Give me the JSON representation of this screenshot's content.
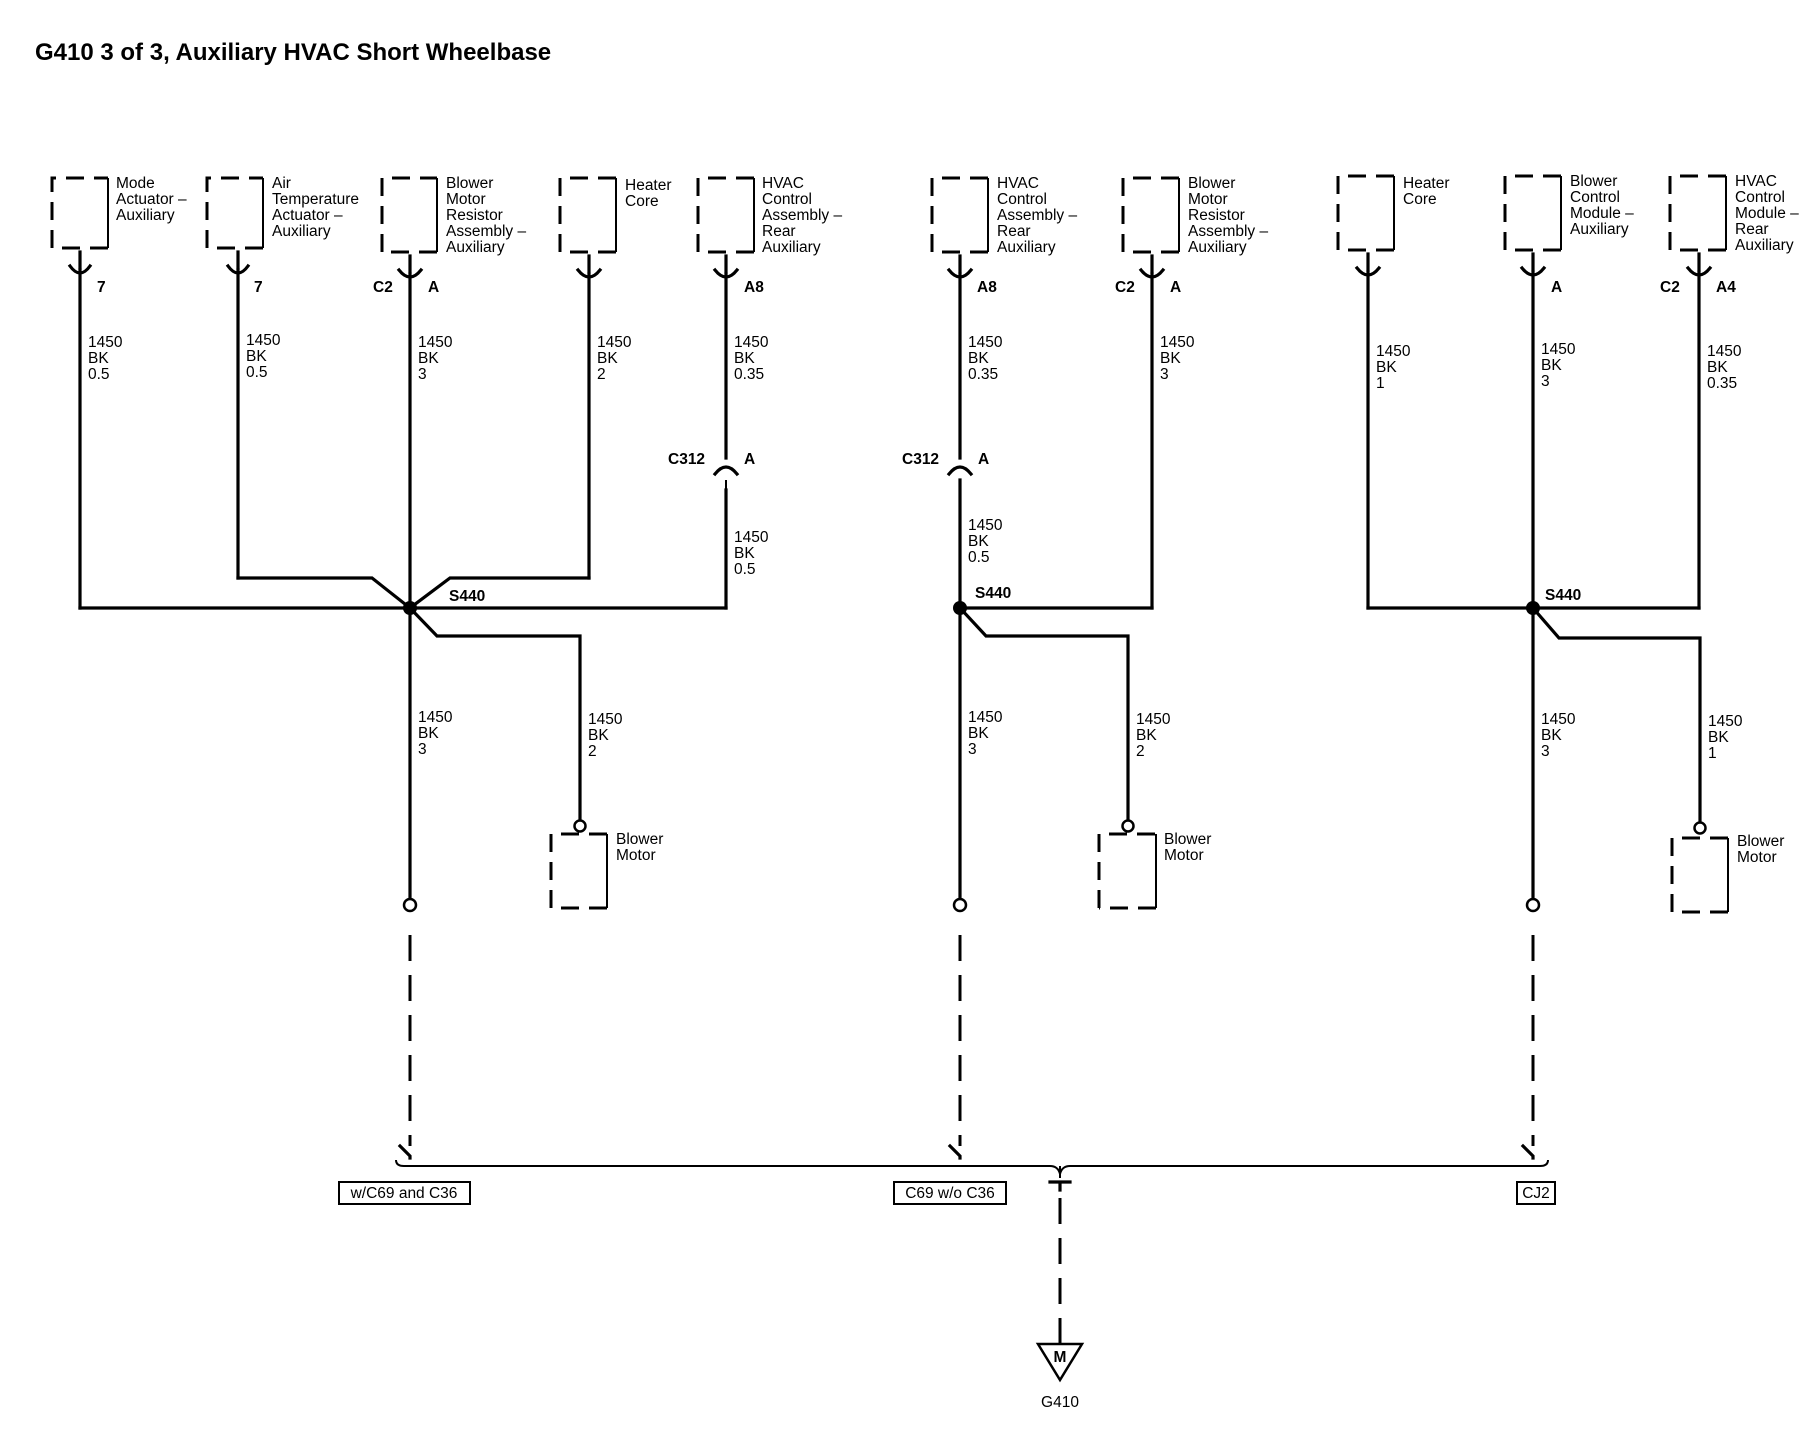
{
  "title": "G410 3 of 3, Auxiliary HVAC Short Wheelbase",
  "components": {
    "mode_actuator": [
      "Mode",
      "Actuator –",
      "Auxiliary"
    ],
    "air_temp_actuator": [
      "Air",
      "Temperature",
      "Actuator –",
      "Auxiliary"
    ],
    "blower_resistor": [
      "Blower",
      "Motor",
      "Resistor",
      "Assembly –",
      "Auxiliary"
    ],
    "heater_core": [
      "Heater",
      "Core"
    ],
    "hvac_control": [
      "HVAC",
      "Control",
      "Assembly –",
      "Rear",
      "Auxiliary"
    ],
    "blower_control_module": [
      "Blower",
      "Control",
      "Module –",
      "Auxiliary"
    ],
    "hvac_control_module": [
      "HVAC",
      "Control",
      "Module –",
      "Rear",
      "Auxiliary"
    ],
    "blower_motor": [
      "Blower",
      "Motor"
    ]
  },
  "pins": {
    "p7": "7",
    "pA": "A",
    "pA8": "A8",
    "pA4": "A4",
    "c2": "C2"
  },
  "wires": {
    "w_bk_05": [
      "1450",
      "BK",
      "0.5"
    ],
    "w_bk_3": [
      "1450",
      "BK",
      "3"
    ],
    "w_bk_2": [
      "1450",
      "BK",
      "2"
    ],
    "w_bk_035": [
      "1450",
      "BK",
      "0.35"
    ],
    "w_bk_1": [
      "1450",
      "BK",
      "1"
    ]
  },
  "connector_c312": "C312",
  "connector_pin_a": "A",
  "splice": "S440",
  "options": {
    "left": "w/C69 and C36",
    "middle": "C69 w/o C36",
    "right": "CJ2"
  },
  "ground": {
    "name": "G410",
    "symbol": "M"
  }
}
